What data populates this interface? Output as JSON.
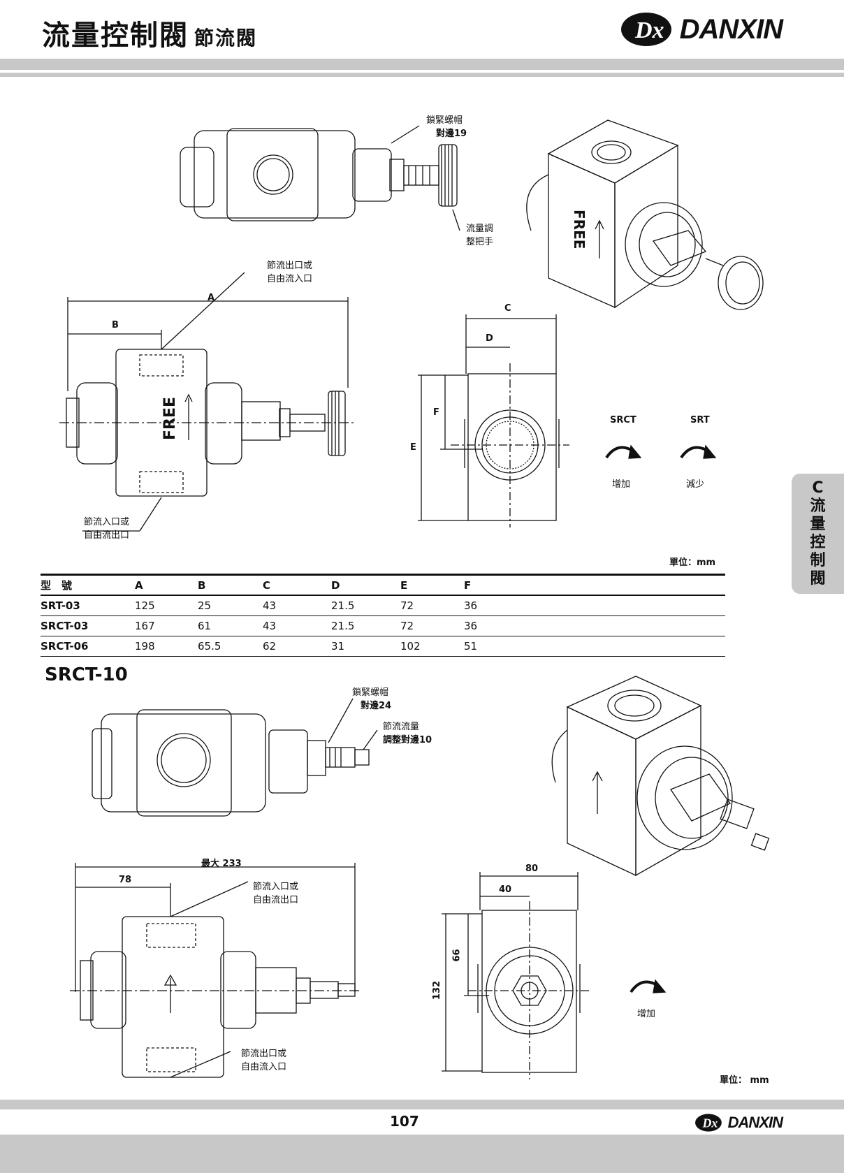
{
  "header": {
    "title_main": "流量控制閥",
    "title_sub": "節流閥",
    "brand": "DANXIN"
  },
  "side_tab": [
    "C",
    "流",
    "量",
    "控",
    "制",
    "閥"
  ],
  "diagram1": {
    "lock_nut": "鎖緊螺帽",
    "lock_nut_size": "對邊19",
    "adjust_knob_1": "流量調",
    "adjust_knob_2": "整把手",
    "outlet_1": "節流出口或",
    "outlet_2": "自由流入口",
    "inlet_1": "節流入口或",
    "inlet_2": "自由流出口",
    "dim_a": "A",
    "dim_b": "B",
    "dim_c": "C",
    "dim_d": "D",
    "dim_e": "E",
    "dim_f": "F",
    "free": "FREE",
    "srct": "SRCT",
    "srt": "SRT",
    "increase": "增加",
    "decrease": "減少"
  },
  "unit_label": "單位：mm",
  "table": {
    "headers": [
      "型　號",
      "A",
      "B",
      "C",
      "D",
      "E",
      "F"
    ],
    "rows": [
      [
        "SRT-03",
        "125",
        "25",
        "43",
        "21.5",
        "72",
        "36"
      ],
      [
        "SRCT-03",
        "167",
        "61",
        "43",
        "21.5",
        "72",
        "36"
      ],
      [
        "SRCT-06",
        "198",
        "65.5",
        "62",
        "31",
        "102",
        "51"
      ]
    ]
  },
  "diagram2": {
    "model": "SRCT-10",
    "lock_nut": "鎖緊螺帽",
    "lock_nut_size": "對邊24",
    "adjust_1": "節流流量",
    "adjust_2": "調整對邊10",
    "max": "最大 233",
    "dim_78": "78",
    "inlet_1": "節流入口或",
    "inlet_2": "自由流出口",
    "outlet_1": "節流出口或",
    "outlet_2": "自由流入口",
    "dim_80": "80",
    "dim_40": "40",
    "dim_66": "66",
    "dim_132": "132",
    "increase": "增加"
  },
  "unit_label_2": "單位： mm",
  "footer": {
    "page": "107",
    "brand": "DANXIN"
  }
}
